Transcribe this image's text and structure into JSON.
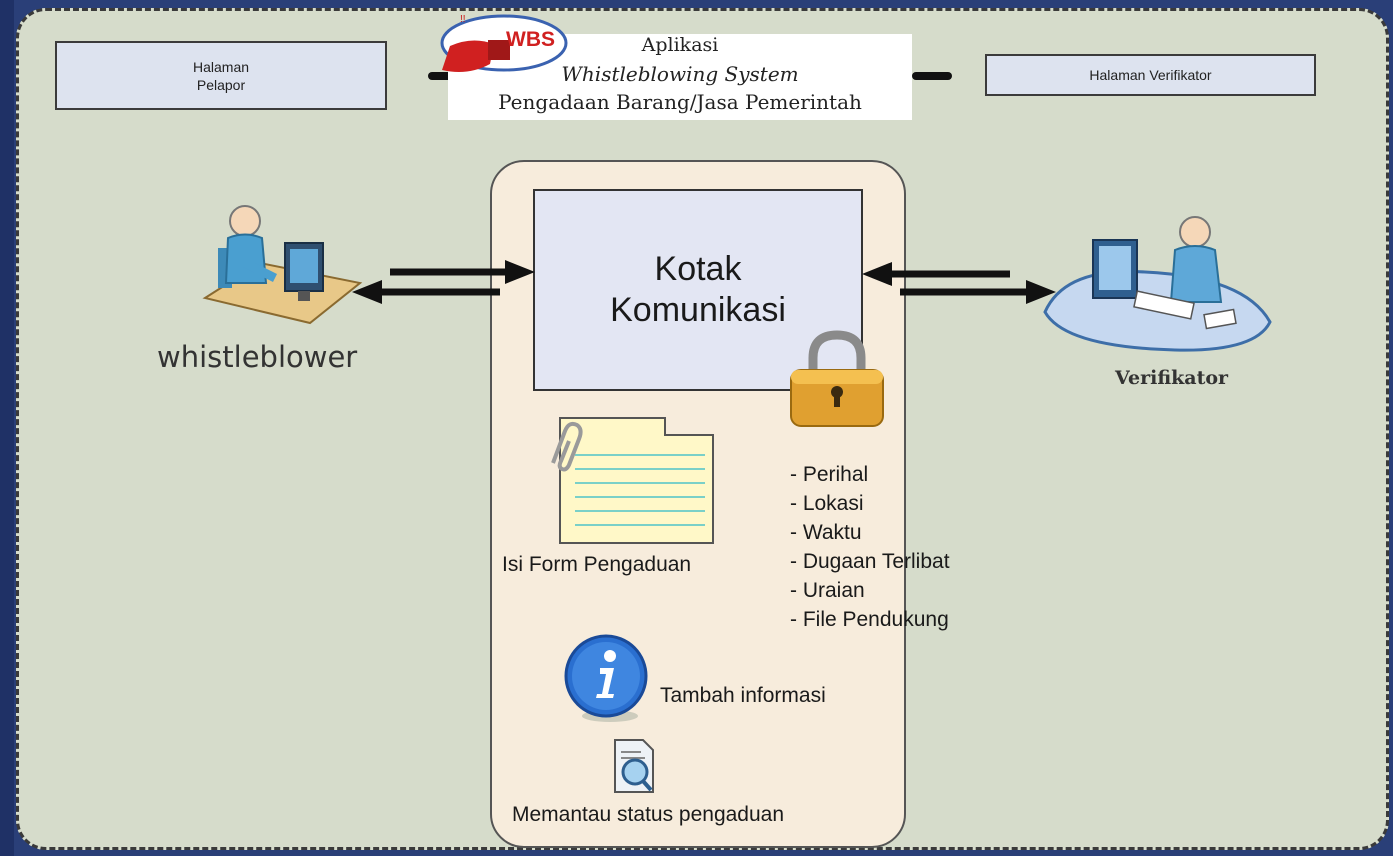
{
  "header": {
    "left_box": [
      "Halaman",
      "Pelapor"
    ],
    "right_box": "Halaman Verifikator",
    "logo_text": "WBS",
    "title_lines": [
      "Aplikasi",
      "Whistleblowing System",
      "Pengadaan Barang/Jasa Pemerintah"
    ]
  },
  "actors": {
    "left": "whistleblower",
    "right": "Verifikator"
  },
  "center": {
    "box_lines": [
      "Kotak",
      "Komunikasi"
    ],
    "form_label": "Isi Form Pengaduan",
    "form_fields": [
      "- Perihal",
      "- Lokasi",
      "- Waktu",
      "- Dugaan Terlibat",
      "- Uraian",
      "- File Pendukung"
    ],
    "info_label": "Tambah informasi",
    "monitor_label": "Memantau status pengaduan"
  },
  "colors": {
    "background": "#d6dccb",
    "center_panel": "#f7ecdc",
    "box_fill": "#e3e6f3",
    "frame": "#2a3f78",
    "logo_red": "#d02020",
    "info_blue": "#2a6fd0",
    "lock_gold": "#e0a030"
  },
  "icons": [
    "person-at-desk-icon",
    "verifier-workstation-icon",
    "padlock-icon",
    "document-icon",
    "paperclip-icon",
    "info-icon",
    "search-document-icon",
    "whistle-icon"
  ]
}
